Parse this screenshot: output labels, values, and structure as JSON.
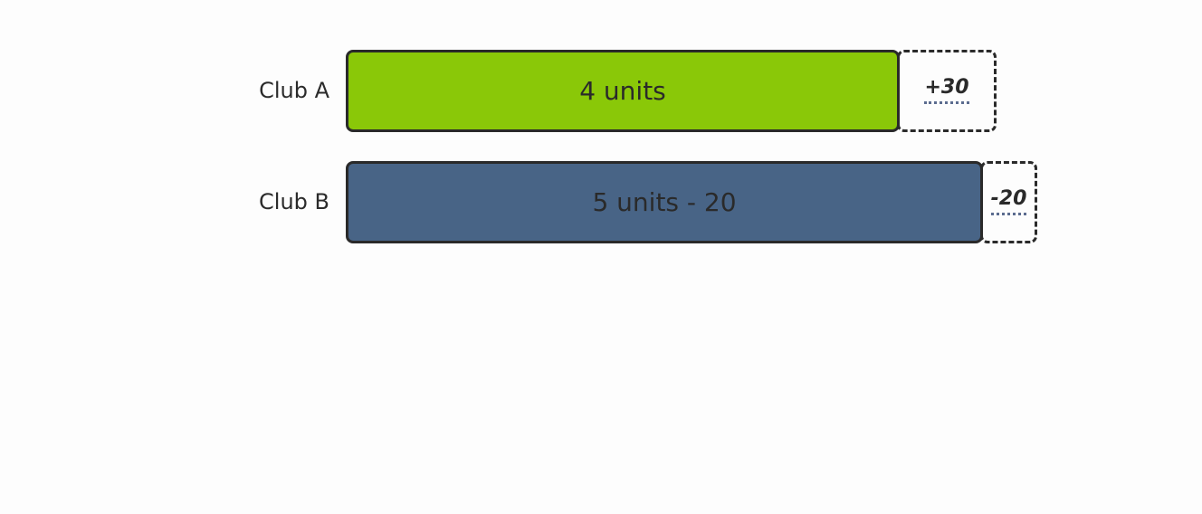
{
  "rows": [
    {
      "label": "Club A",
      "bar_text": "4 units",
      "bar_color": "#8ac808",
      "delta": "+30"
    },
    {
      "label": "Club B",
      "bar_text": "5 units - 20",
      "bar_color": "#486486",
      "delta": "-20"
    }
  ]
}
